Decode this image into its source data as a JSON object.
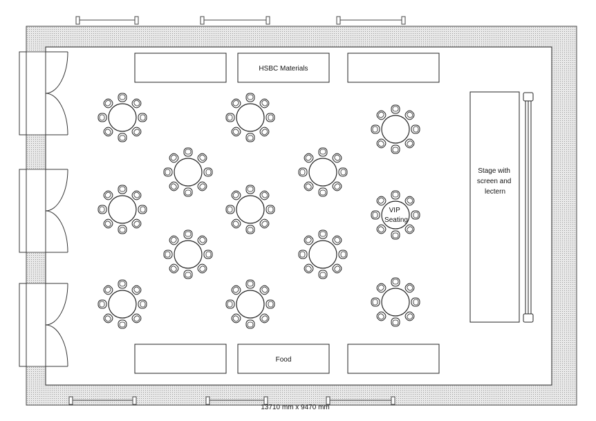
{
  "labels": {
    "materials_table": "HSBC Materials",
    "food_table": "Food",
    "stage": [
      "Stage with",
      "screen and",
      "lectern"
    ],
    "vip": [
      "VIP",
      "Seating"
    ],
    "dimensions": "13710 mm x 9470 mm"
  },
  "colors": {
    "wall_fill": "#e6e6e6",
    "wall_dot": "#9a9a9a",
    "stroke": "#222222"
  }
}
